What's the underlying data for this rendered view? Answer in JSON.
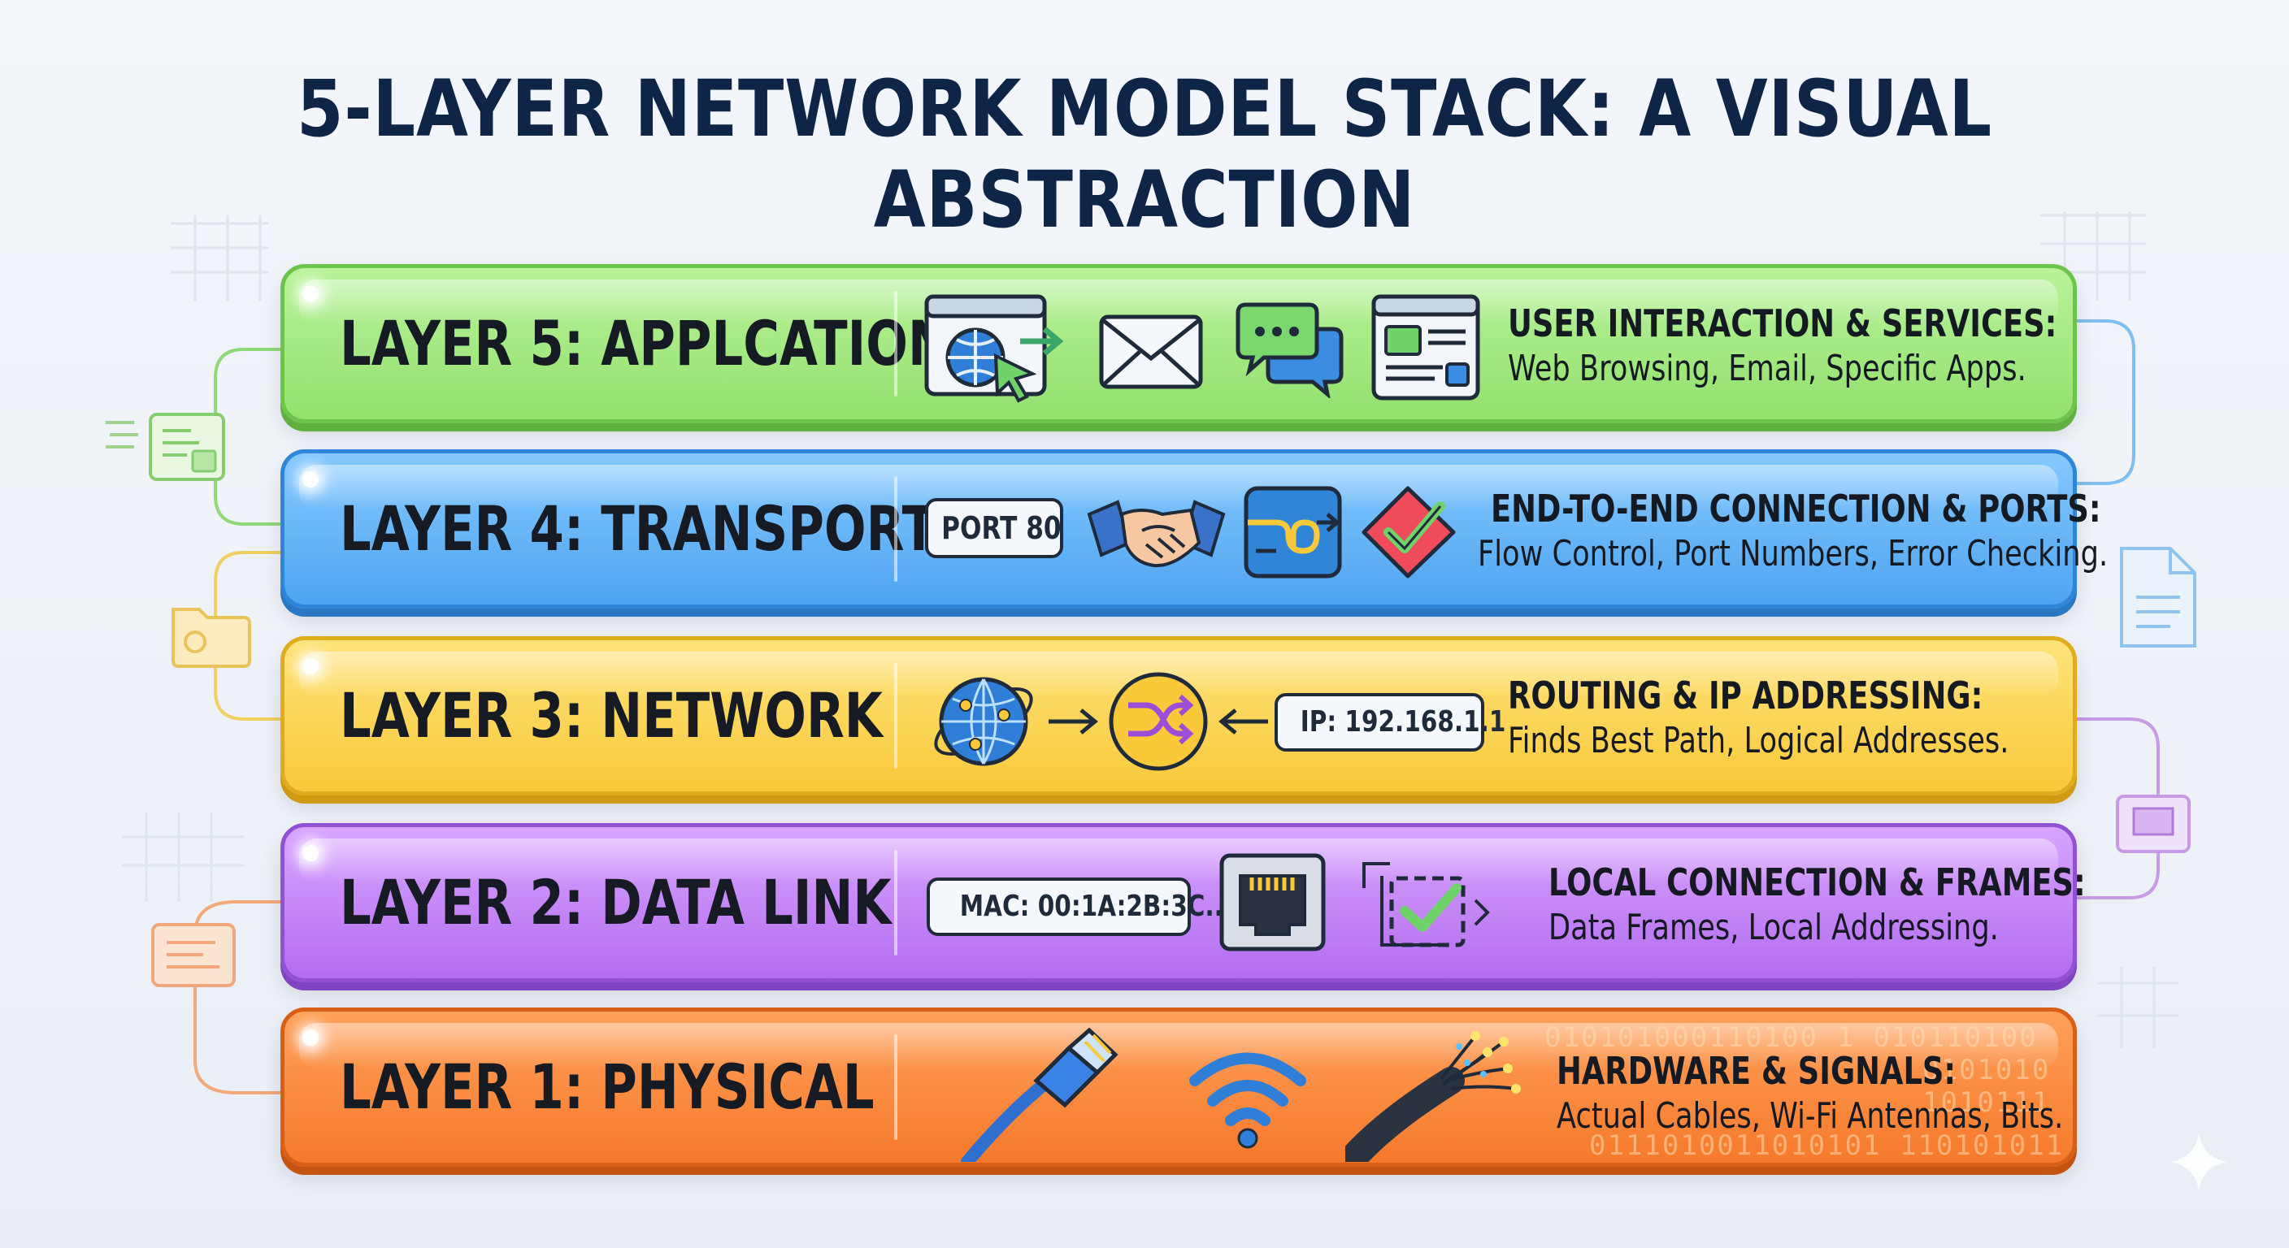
{
  "title": "5-LAYER NETWORK MODEL STACK: A VISUAL ABSTRACTION",
  "layers": [
    {
      "name": "LAYER 5: APPLCATION",
      "heading": "USER INTERACTION & SERVICES:",
      "detail": "Web Browsing, Email, Specific Apps.",
      "icons": [
        "browser-globe-icon",
        "envelope-icon",
        "chat-bubbles-icon",
        "app-window-icon"
      ],
      "color": "#92e06e"
    },
    {
      "name": "LAYER 4: TRANSPORT",
      "heading": "END-TO-END CONNECTION & PORTS:",
      "detail": "Flow Control, Port Numbers, Error Checking.",
      "badge": "PORT 80",
      "icons": [
        "handshake-icon",
        "flow-arrows-icon",
        "check-diamond-icon"
      ],
      "color": "#4ea4f1"
    },
    {
      "name": "LAYER 3: NETWORK",
      "heading": "ROUTING & IP ADDRESSING:",
      "detail": "Finds Best Path, Logical Addresses.",
      "badge": "IP: 192.168.1.1",
      "icons": [
        "globe-network-icon",
        "router-shuffle-icon"
      ],
      "color": "#f9c93a"
    },
    {
      "name": "LAYER 2: DATA LINK",
      "heading": "LOCAL CONNECTION & FRAMES:",
      "detail": "Data Frames, Local Addressing.",
      "badge": "MAC: 00:1A:2B:3C...",
      "icons": [
        "ethernet-port-icon",
        "frame-check-icon"
      ],
      "color": "#b46df0"
    },
    {
      "name": "LAYER 1: PHYSICAL",
      "heading": "HARDWARE & SIGNALS:",
      "detail": "Actual Cables, Wi-Fi Antennas, Bits.",
      "bits": [
        "010101000110100 1 010110100",
        "0101010",
        "1010111",
        "0111010011010101 110101011"
      ],
      "icons": [
        "ethernet-cable-icon",
        "wifi-icon",
        "fiber-optic-icon"
      ],
      "color": "#f6792b"
    }
  ]
}
